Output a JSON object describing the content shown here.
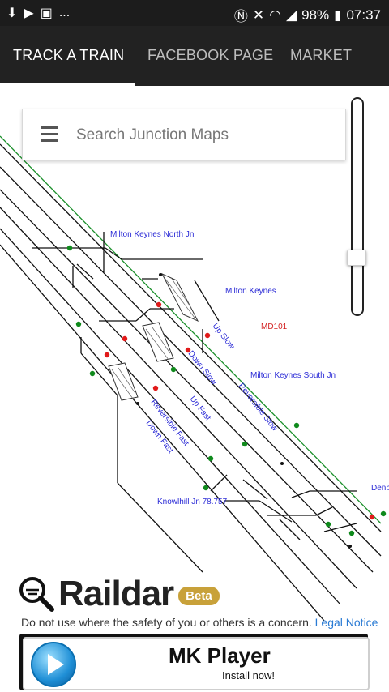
{
  "status": {
    "battery": "98%",
    "time": "07:37",
    "more": "..."
  },
  "tabs": [
    {
      "label": "TRACK A TRAIN"
    },
    {
      "label": "FACEBOOK PAGE"
    },
    {
      "label": "MARKET"
    }
  ],
  "search": {
    "placeholder": "Search Junction Maps"
  },
  "map": {
    "labels": {
      "north_jn": "Milton Keynes North Jn",
      "station": "Milton Keynes",
      "signal_id": "MD101",
      "south_jn": "Milton Keynes South Jn",
      "knowlhill": "Knowlhill Jn 78.757",
      "edge": "Denb",
      "up_slow": "Up Slow",
      "down_slow": "Down Slow",
      "up_fast": "Up Fast",
      "reversible_slow": "Reversible Slow",
      "reversible_fast": "Reversible Fast",
      "down_fast": "Down Fast"
    },
    "colors": {
      "label": "#2b2bd6",
      "signal_id": "#d21f1f",
      "signal_green": "#0f8a1c",
      "signal_red": "#e11a1a"
    }
  },
  "brand": {
    "name": "Raildar",
    "badge": "Beta"
  },
  "disclaimer": {
    "text": "Do not use where the safety of you or others is a concern. ",
    "link": "Legal Notice"
  },
  "ad": {
    "title": "MK Player",
    "subtitle": "Install now!"
  }
}
